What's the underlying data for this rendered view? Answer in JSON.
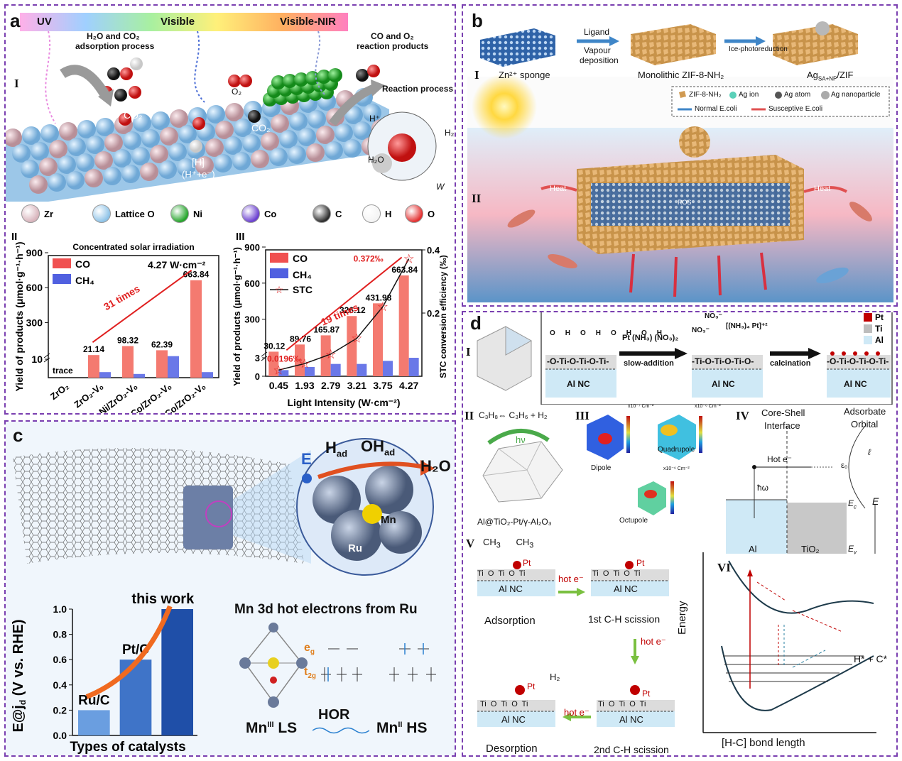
{
  "panel_a": {
    "label": "a",
    "spectrum": {
      "uv": "UV",
      "visible": "Visible",
      "visnir": "Visible-NIR"
    },
    "roman_1": "I",
    "adsorption": [
      "H₂O and CO₂",
      "adsorption process"
    ],
    "reaction_products": [
      "CO and O₂",
      "reaction products"
    ],
    "reaction_process": "Reaction process",
    "species": {
      "o2": "O₂",
      "co2_a": "CO₂",
      "co2_b": "CO₂",
      "h_ads": "[H]",
      "h_pair": "(H⁺+e⁻)",
      "hplus": "H⁺",
      "h2o_a": "H₂O",
      "h2o_b": "H₂O",
      "w": "W"
    },
    "legend": [
      {
        "name": "Zr",
        "color": "#d8b4bc"
      },
      {
        "name": "Lattice O",
        "color": "#8ec3e8"
      },
      {
        "name": "Ni",
        "color": "#25a52b"
      },
      {
        "name": "Co",
        "color": "#6a3fd0"
      },
      {
        "name": "C",
        "color": "#2b2b2b"
      },
      {
        "name": "H",
        "color": "#f4f4f4"
      },
      {
        "name": "O",
        "color": "#e33030"
      }
    ]
  },
  "chart_ii": {
    "roman": "II",
    "type": "bar",
    "title": "Concentrated solar irradiation",
    "ylabel": "Yield of products (μmol·g⁻¹·h⁻¹)",
    "annotation_intensity": "4.27 W·cm⁻²",
    "annotation_fold": "31 times",
    "trace_label": "trace",
    "legend": {
      "co": "CO",
      "ch4": "CH₄"
    },
    "y_ticks": [
      "10",
      "300",
      "600",
      "900"
    ],
    "categories": [
      "ZrO₂",
      "ZrO₂-Vₒ",
      "Ni/ZrO₂-Vₒ",
      "Co/ZrO₂-Vₒ",
      "Ni-Co/ZrO₂-Vₒ"
    ],
    "co_values": [
      0,
      21.14,
      98.32,
      62.39,
      663.84
    ],
    "ch4_values": [
      0,
      3,
      2,
      12,
      3
    ],
    "value_labels": [
      "",
      "21.14",
      "98.32",
      "62.39",
      "663.84"
    ]
  },
  "chart_iii": {
    "roman": "III",
    "type": "bar",
    "ylabel": "Yield of products (μmol·g⁻¹·h⁻¹)",
    "y2label": "STC conversion efficiency (‰)",
    "xlabel": "Light Intensity (W·cm⁻²)",
    "legend": {
      "co": "CO",
      "ch4": "CH₄",
      "stc": "STC"
    },
    "annotation_fold": "19 times",
    "stc_low": "0.0196‰",
    "stc_high": "0.372‰",
    "y_ticks": [
      "0",
      "3",
      "300",
      "600",
      "900"
    ],
    "y2_ticks": [
      "0.2",
      "0.4"
    ],
    "categories": [
      "0.45",
      "1.93",
      "2.79",
      "3.21",
      "3.75",
      "4.27"
    ],
    "co_values": [
      30.12,
      89.76,
      165.87,
      326.12,
      431.98,
      663.84
    ],
    "ch4_values": [
      1,
      1.5,
      2,
      2,
      2.5,
      3
    ],
    "value_labels": [
      "30.12",
      "89.76",
      "165.87",
      "326.12",
      "431.98",
      "663.84"
    ],
    "stc_values": [
      0.0196,
      0.04,
      0.07,
      0.12,
      0.22,
      0.372
    ]
  },
  "panel_b": {
    "label": "b",
    "ligand": "Ligand",
    "vapour": [
      "Vapour",
      "deposition"
    ],
    "ice": "Ice-photoreduction",
    "zn_sponge": "Zn²⁺ sponge",
    "monolithic": "Monolithic ZIF-8-NH₂",
    "ag": "Ag",
    "ag_sub": "SA+NP",
    "ag_suffix": "/ZIF",
    "roman_1": "I",
    "roman_2": "II",
    "legend": {
      "zif": "ZIF-8-NH₂",
      "agion": "Ag ion",
      "agatom": "Ag atom",
      "agnp": "Ag nanoparticle",
      "normal": "Normal E.coli",
      "susceptive": "Susceptive E.coli"
    },
    "heat_left": "Heat",
    "heat_right": "Heat",
    "ros": "ROS"
  },
  "panel_c": {
    "label": "c",
    "e_label": "E",
    "h_ad": "H",
    "oh_ad": "OH",
    "ad": "ad",
    "h2o": "H₂O",
    "mn": "Mn",
    "ru": "Ru",
    "chart": {
      "type": "bar",
      "title": "this work",
      "ylabel": "E@j",
      "ylabel_sub": "d",
      "ylabel_suffix": " (V vs. RHE)",
      "xlabel": "Types of catalysts",
      "categories": [
        "Ru/C",
        "Pt/C",
        ""
      ],
      "values": [
        0.2,
        0.6,
        1.0
      ],
      "ylim": [
        0,
        1.0
      ],
      "y_ticks": [
        "0.0",
        "0.2",
        "0.4",
        "0.6",
        "0.8",
        "1.0"
      ]
    },
    "mn3d_title": "Mn 3d hot electrons from Ru",
    "eg": "e",
    "eg_sub": "g",
    "t2g": "t",
    "t2g_sub": "2g",
    "hor": "HOR",
    "mn3": "Mn",
    "mn3_sup": "III",
    "ls": " LS",
    "mn2": "Mn",
    "mn2_sup": "II",
    "hs": " HS"
  },
  "panel_d": {
    "label": "d",
    "roman_1": "I",
    "roman_2": "II",
    "roman_3": "III",
    "roman_4": "IV",
    "roman_5": "V",
    "roman_6": "VI",
    "al_nc": "Al NC",
    "chain_1": "-O-Ti-O-Ti-O-Ti-",
    "chain_2": "-Ti-O-Ti-O-Ti-O-",
    "chain_3": "-O-Ti-O-Ti-O-Ti-",
    "oh": "OH",
    "pt_reagent": "Pt (NH₃) (NO₃)₂",
    "slow_addition": "slow-addition",
    "no3": "NO₃⁻",
    "complex": "[(NH₃)₄ Pt]⁺²",
    "calcination": "calcination",
    "legend": [
      {
        "name": "Pt",
        "color": "#c00000"
      },
      {
        "name": "Ti",
        "color": "#bdbdbd"
      },
      {
        "name": "Al",
        "color": "#cfe9f6"
      }
    ],
    "reaction": "C₃H₈⇔ C₃H₆ + H₂",
    "hv": "hν",
    "catalyst": "Al@TiO₂-Pt/γ-Al₂O₃",
    "dipole": "Dipole",
    "quadrupole": "Quadrupole",
    "octupole": "Octupole",
    "scale_1": "x10⁻⁷ Cm⁻²",
    "scale_2": "x10⁻⁶ Cm⁻²",
    "scale_3": "x10⁻⁶ Cm⁻²",
    "core_shell": [
      "Core-Shell",
      "Interface"
    ],
    "adsorbate": [
      "Adsorbate",
      "Orbital"
    ],
    "hot_e": "Hot e⁻",
    "hw": "ħω",
    "eps0": "ε₀",
    "ell": "ℓ",
    "ec": "E",
    "ec_sub": "c",
    "ev": "E",
    "ev_sub": "v",
    "e_axis": "E",
    "al": "Al",
    "tio2": "TiO₂",
    "pt": "Pt",
    "hot_e_step": "hot e⁻",
    "adsorption": "Adsorption",
    "scission_1": "1st C-H scission",
    "scission_2": "2nd C-H scission",
    "desorption": "Desorption",
    "h2": "H₂",
    "energy": "Energy",
    "bond_length": "[H-C] bond length",
    "products": "H* + C*",
    "ti_o_chain": "Ti  O  Ti  O  Ti"
  }
}
